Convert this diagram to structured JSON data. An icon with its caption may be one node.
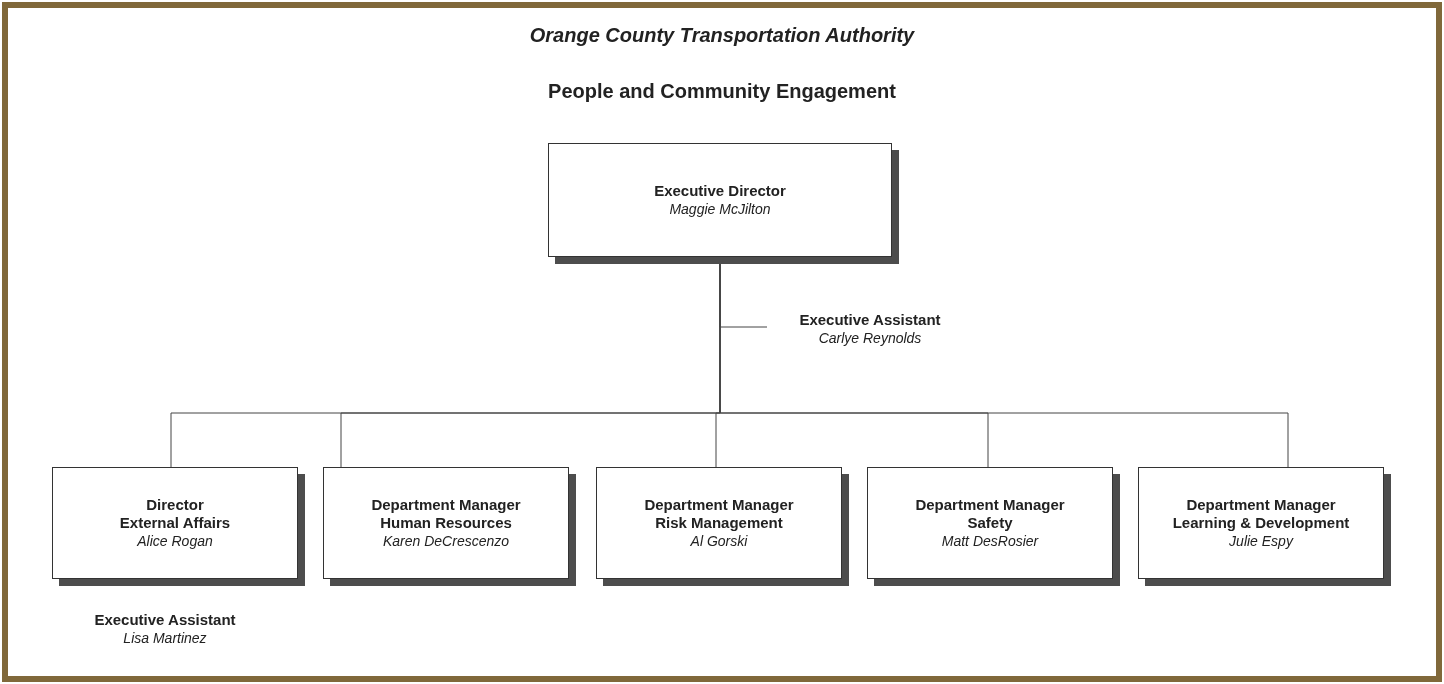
{
  "diagram": {
    "title": "Orange County Transportation Authority",
    "nodes": [
      {
        "text": [
          "Executive Director",
          "Maggie McJilton"
        ]
      },
      {
        "text": [
          "Executive Assistant",
          "Carlye Reynolds"
        ]
      },
      {
        "text": [
          "Director",
          "External Affairs",
          "Alice Rogan"
        ],
        "beside": [
          "Executive Assistant",
          "Lisa Martinez"
        ]
      },
      {
        "text": [
          "Department Manager",
          "Human Resources",
          "Karen DeCrescenzo"
        ]
      },
      {
        "text": [
          "Department Manager",
          "Risk Management",
          "Al Gorski"
        ]
      },
      {
        "text": [
          "Department Manager",
          "Safety",
          "Matt DesRosier"
        ]
      },
      {
        "text": [
          "Department Manager",
          "Learning & Development",
          "Julie Espy"
        ]
      }
    ],
    "edges": [
      {
        "from": 0,
        "to": 1,
        "arrow": "none"
      },
      {
        "from": 0,
        "to": 2,
        "arrow": "none"
      },
      {
        "from": 0,
        "to": 3,
        "arrow": "none"
      },
      {
        "from": 0,
        "to": 4,
        "arrow": "none"
      },
      {
        "from": 0,
        "to": 5,
        "arrow": "none"
      },
      {
        "from": 0,
        "to": 6,
        "arrow": "none"
      }
    ],
    "labels": [
      "People and Community Engagement"
    ]
  }
}
